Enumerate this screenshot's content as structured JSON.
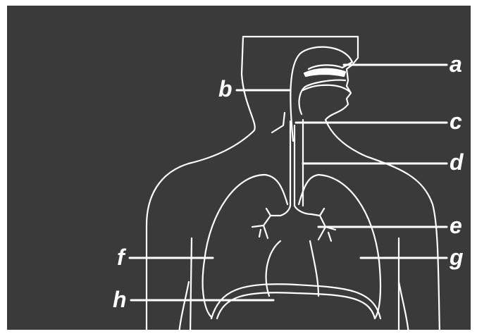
{
  "labels": {
    "a": "a",
    "b": "b",
    "c": "c",
    "d": "d",
    "e": "e",
    "f": "f",
    "g": "g",
    "h": "h"
  },
  "colors": {
    "background": "#3a3a3a",
    "outline": "#ffffff"
  }
}
